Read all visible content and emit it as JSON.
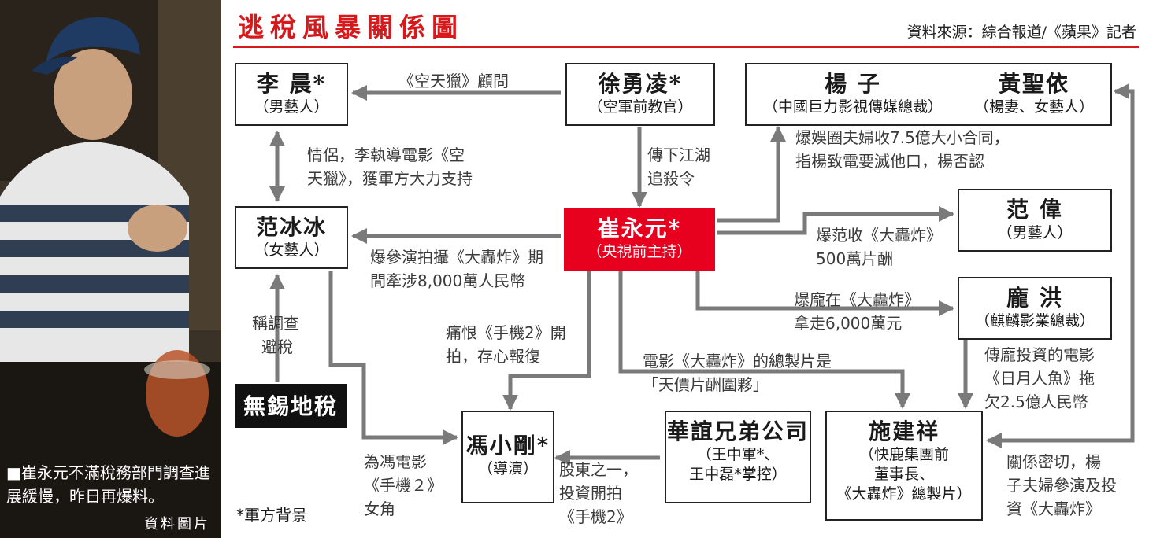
{
  "title": "逃稅風暴關係圖",
  "source": "資料來源：綜合報道/《蘋果》記者",
  "photo": {
    "caption": "■崔永元不滿稅務部門調查進展緩慢，昨日再爆料。",
    "credit": "資料圖片"
  },
  "nodes": {
    "li_chen": {
      "name": "李 晨*",
      "role": "（男藝人）"
    },
    "xu_yongling": {
      "name": "徐勇凌*",
      "role": "（空軍前教官）"
    },
    "yang_zi": {
      "name": "楊 子",
      "role": "（中國巨力影視傳媒總裁）"
    },
    "huang_shengyi": {
      "name": "黃聖依",
      "role": "（楊妻、女藝人）"
    },
    "fan_bingbing": {
      "name": "范冰冰",
      "role": "（女藝人）"
    },
    "cui_yongyuan": {
      "name": "崔永元*",
      "role": "（央視前主持）"
    },
    "fan_wei": {
      "name": "范 偉",
      "role": "（男藝人）"
    },
    "pang_hong": {
      "name": "龐 洪",
      "role": "（麒麟影業總裁）"
    },
    "wuxi_tax": {
      "name": "無錫地稅"
    },
    "feng_xiaogang": {
      "name": "馮小剛*",
      "role": "（導演）"
    },
    "huayi": {
      "name": "華誼兄弟公司",
      "role1": "（王中軍*、",
      "role2": "王中磊*掌控）"
    },
    "shi_jianxiang": {
      "name": "施建祥",
      "role1": "（快鹿集團前",
      "role2": "董事長、",
      "role3": "《大轟炸》總製片）"
    }
  },
  "annotations": {
    "a1": "《空天獵》顧問",
    "a2_1": "情侶，李執導電影《空",
    "a2_2": "天獵》，獲軍方大力支持",
    "a3_1": "傳下江湖",
    "a3_2": "追殺令",
    "a4_1": "爆娛圈夫婦收7.5億大小合同，",
    "a4_2": "指楊致電要滅他口，楊否認",
    "a5_1": "爆范收《大轟炸》",
    "a5_2": "500萬片酬",
    "a6_1": "爆參演拍攝《大轟炸》期",
    "a6_2": "間牽涉8,000萬人民幣",
    "a7_1": "爆龐在《大轟炸》",
    "a7_2": "拿走6,000萬元",
    "a8_1": "稱調查",
    "a8_2": "避稅",
    "a9_1": "痛恨《手機2》開",
    "a9_2": "拍，存心報復",
    "a10_1": "電影《大轟炸》的總製片是",
    "a10_2": "「天價片酬圍夥」",
    "a11_1": "傳龐投資的電影",
    "a11_2": "《日月人魚》拖",
    "a11_3": "欠2.5億人民幣",
    "a12_1": "為馮電影",
    "a12_2": "《手機２》",
    "a12_3": "女角",
    "a13_1": "股東之一，",
    "a13_2": "投資開拍",
    "a13_3": "《手機2》",
    "a14_1": "關係密切，楊",
    "a14_2": "子夫婦參演及投",
    "a14_3": "資《大轟炸》",
    "legend": "*軍方背景"
  }
}
